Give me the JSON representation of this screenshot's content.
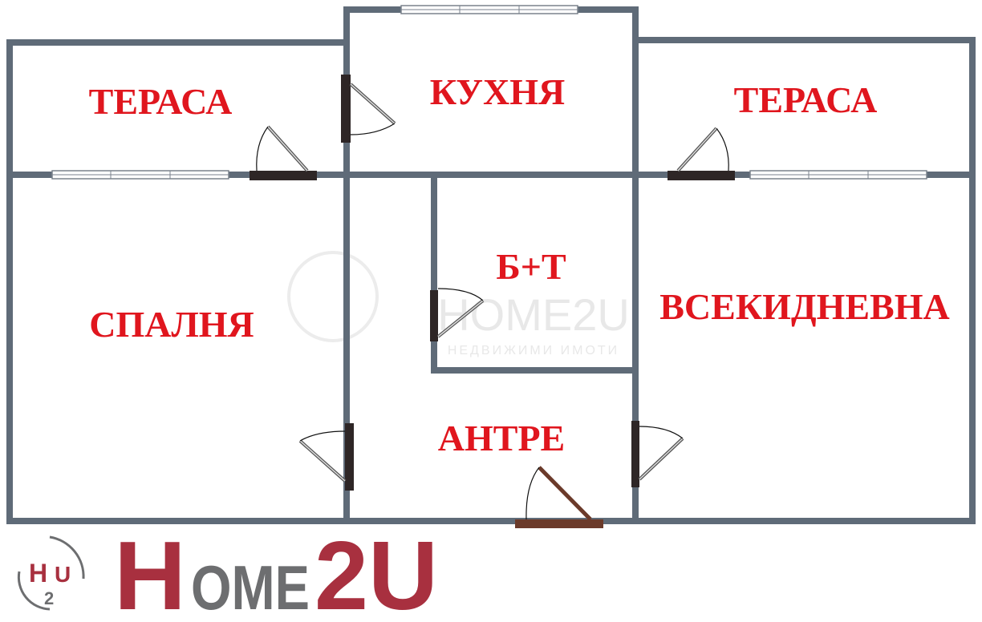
{
  "plan": {
    "rooms": {
      "terrace_left": "ТЕРАСА",
      "kitchen": "КУХНЯ",
      "terrace_right": "ТЕРАСА",
      "bathroom": "Б+Т",
      "bedroom": "СПАЛНЯ",
      "living_room": "ВСЕКИДНЕВНА",
      "hallway": "АНТРЕ"
    },
    "colors": {
      "wall": "#5f6b78",
      "label": "#e0161e",
      "door": "#2e2626",
      "entrance_door": "#6b3a2a"
    }
  },
  "watermark": {
    "brand": "HOME2U",
    "tagline": "НЕДВИЖИМИ ИМОТИ"
  },
  "logo": {
    "brand": "HOME2U",
    "mark": "HU2",
    "colors": {
      "red": "#a8303f",
      "grey": "#6d6e70"
    }
  }
}
